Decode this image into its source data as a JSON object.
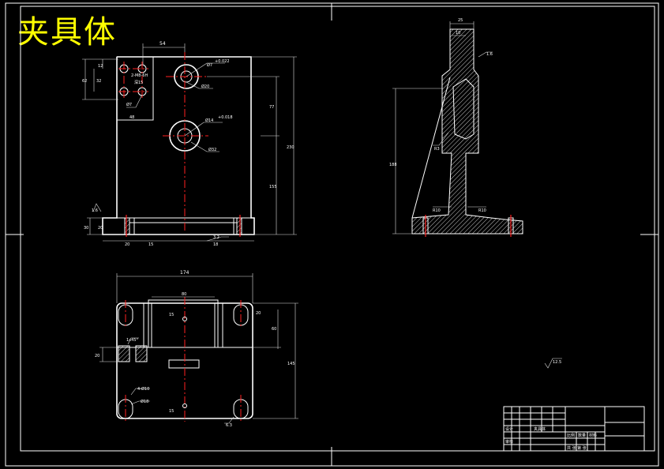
{
  "title_stamp": "夹具体",
  "colors": {
    "background": "#000000",
    "lines": "#ffffff",
    "centerlines": "#ff2020",
    "stamp": "#ffff00"
  },
  "front_view": {
    "dim_top_width": "54",
    "dim_left_a": "12",
    "dim_left_b": "32",
    "dim_left_c": "62",
    "dim_bottom_small": "48",
    "dim_bottom_a": "20",
    "dim_bottom_b": "15",
    "dim_bottom_c": "18",
    "dim_left_base": "30",
    "dim_base_step": "20",
    "dim_height_total": "230",
    "dim_height_mid": "155",
    "dim_upper": "77",
    "hole_upper_callout": "Ø7",
    "hole_upper_tol": "+0.022",
    "hole_upper_dim": "Ø20",
    "hole_lower_callout": "Ø14",
    "hole_lower_tol": "+0.018",
    "hole_lower_dim": "Ø32",
    "thread_callout": "2-M8-6H",
    "thread_depth": "深15",
    "pin_callout": "Ø7",
    "roughness_left": "1.6",
    "roughness_base": "3.2"
  },
  "side_view": {
    "dim_top_width": "25",
    "dim_slot": "10",
    "dim_height": "188",
    "roughness_top": "1.6",
    "note_r": "R3",
    "note_fillet_a": "R10",
    "note_fillet_b": "R10"
  },
  "top_view": {
    "dim_total_width": "174",
    "dim_inner_width": "80",
    "dim_depth": "60",
    "dim_total_depth": "145",
    "dim_right_small": "20",
    "dim_left_thick": "20",
    "dim_small_a": "15",
    "dim_small_b": "15",
    "chamfer_note": "1x45°",
    "hole_note_a": "4-Ø10",
    "hole_note_b": "Ø18",
    "roughness": "6.3"
  },
  "general_roughness": "12.5",
  "title_block": {
    "drawn": "设计",
    "checked": "审核",
    "part_name": "夹具体",
    "scale_label": "比例",
    "qty_label": "数量",
    "material_label": "材料",
    "sheet": "共 张 第 张"
  }
}
